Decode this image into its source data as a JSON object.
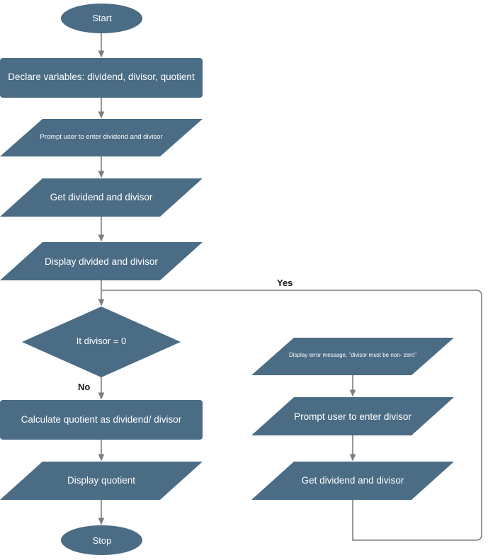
{
  "diagram": {
    "title": "Division program flowchart",
    "type": "flowchart",
    "background": "#ffffff",
    "node_fill": "#4a6c85",
    "node_text_color": "#ffffff",
    "connector_color": "#7d7d7d",
    "edge_label_color": "#161616"
  },
  "nodes": [
    {
      "id": "start",
      "shape": "ellipse",
      "label": "Start"
    },
    {
      "id": "declare",
      "shape": "rectangle",
      "label": "Declare variables: dividend, divisor, quotient"
    },
    {
      "id": "prompt1",
      "shape": "parallelogram",
      "label": "Prompt user to enter dividend and divisor"
    },
    {
      "id": "get1",
      "shape": "parallelogram",
      "label": "Get dividend and divisor"
    },
    {
      "id": "display1",
      "shape": "parallelogram",
      "label": "Display divided and divisor"
    },
    {
      "id": "decision",
      "shape": "diamond",
      "label": "It divisor = 0"
    },
    {
      "id": "calculate",
      "shape": "rectangle",
      "label": "Calculate quotient as dividend/ divisor"
    },
    {
      "id": "displayq",
      "shape": "parallelogram",
      "label": "Display quotient"
    },
    {
      "id": "stop",
      "shape": "ellipse",
      "label": "Stop"
    },
    {
      "id": "error",
      "shape": "parallelogram",
      "label": "Display error message, \"divisor must be non- zero\""
    },
    {
      "id": "prompt2",
      "shape": "parallelogram",
      "label": "Prompt user to enter divisor"
    },
    {
      "id": "get2",
      "shape": "parallelogram",
      "label": "Get dividend and divisor"
    }
  ],
  "edge_labels": {
    "yes": "Yes",
    "no": "No"
  },
  "edges": [
    {
      "from": "start",
      "to": "declare",
      "label": ""
    },
    {
      "from": "declare",
      "to": "prompt1",
      "label": ""
    },
    {
      "from": "prompt1",
      "to": "get1",
      "label": ""
    },
    {
      "from": "get1",
      "to": "display1",
      "label": ""
    },
    {
      "from": "display1",
      "to": "decision",
      "label": ""
    },
    {
      "from": "decision",
      "to": "error",
      "label": "Yes"
    },
    {
      "from": "decision",
      "to": "calculate",
      "label": "No"
    },
    {
      "from": "calculate",
      "to": "displayq",
      "label": ""
    },
    {
      "from": "displayq",
      "to": "stop",
      "label": ""
    },
    {
      "from": "error",
      "to": "prompt2",
      "label": ""
    },
    {
      "from": "prompt2",
      "to": "get2",
      "label": ""
    },
    {
      "from": "get2",
      "to": "error",
      "label": ""
    }
  ]
}
